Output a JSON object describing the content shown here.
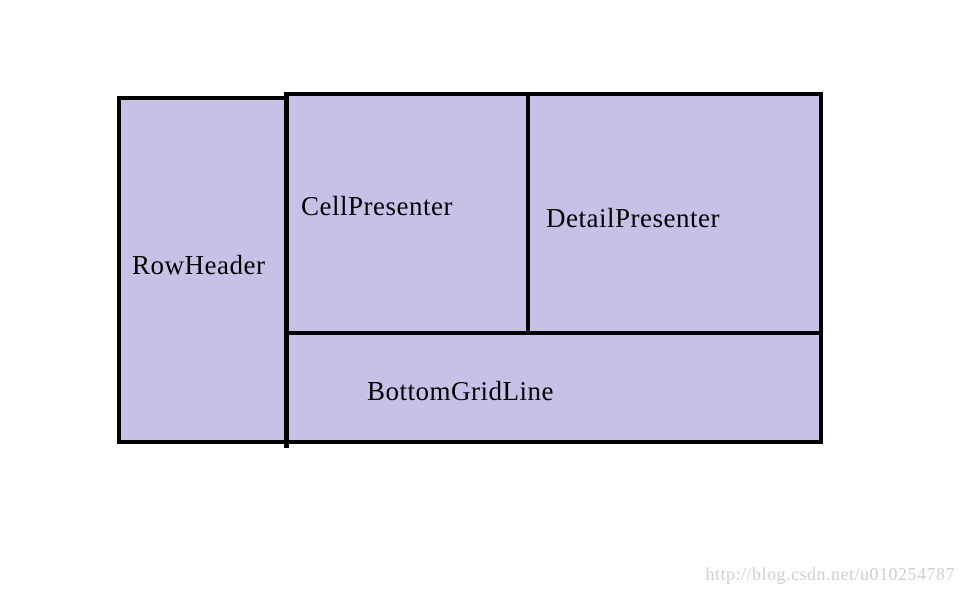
{
  "diagram": {
    "boxes": {
      "row_header": "RowHeader",
      "cell_presenter": "CellPresenter",
      "detail_presenter": "DetailPresenter",
      "bottom_grid_line": "BottomGridLine"
    },
    "watermark": "http://blog.csdn.net/u010254787",
    "colors": {
      "box_fill": "#c8c0e6",
      "box_border": "#000000",
      "background": "#ffffff"
    }
  }
}
